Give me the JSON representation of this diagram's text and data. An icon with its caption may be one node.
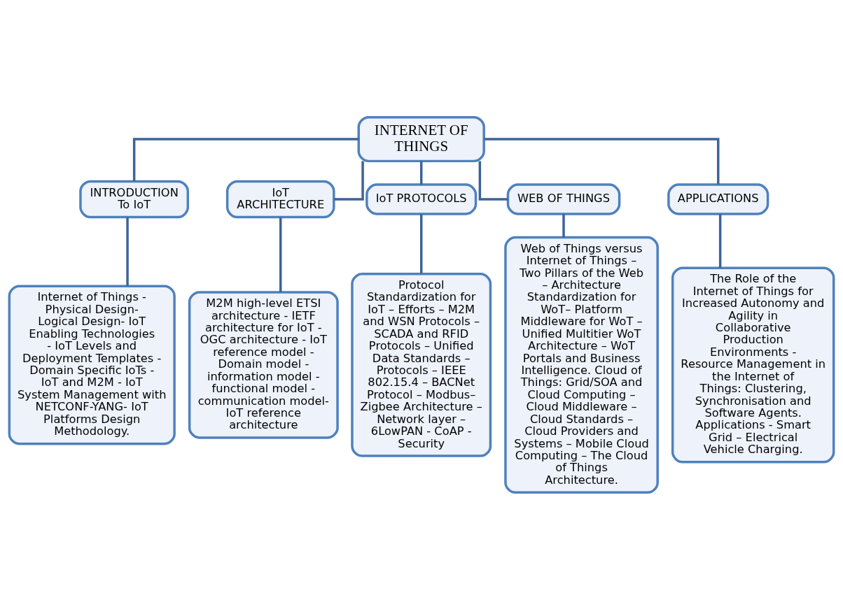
{
  "diagram": {
    "nodes": [
      {
        "text": [
          "INTERNET OF THINGS"
        ]
      },
      {
        "text": [
          "INTRODUCTION To IoT"
        ]
      },
      {
        "text": [
          "IoT ARCHITECTURE"
        ]
      },
      {
        "text": [
          "IoT PROTOCOLS"
        ]
      },
      {
        "text": [
          "WEB OF THINGS"
        ]
      },
      {
        "text": [
          "APPLICATIONS"
        ]
      },
      {
        "text": [
          "Internet of Things - Physical Design- Logical Design- IoT Enabling Technologies - IoT Levels and Deployment Templates - Domain Specific IoTs - IoT and M2M - IoT System Management with NETCONF-YANG- IoT Platforms Design Methodology."
        ]
      },
      {
        "text": [
          "M2M high-level ETSI architecture - IETF architecture for IoT - OGC architecture - IoT reference model - Domain model - information model - functional model - communication model- IoT reference architecture"
        ]
      },
      {
        "text": [
          "Protocol Standardization for IoT – Efforts – M2M and WSN Protocols – SCADA and RFID Protocols – Unified Data Standards – Protocols – IEEE 802.15.4 – BACNet Protocol – Modbus– Zigbee Architecture – Network layer – 6LowPAN - CoAP - Security"
        ]
      },
      {
        "text": [
          "Web of Things versus Internet of Things – Two Pillars of the Web – Architecture Standardization for WoT– Platform Middleware for WoT – Unified Multitier WoT Architecture – WoT Portals and Business Intelligence. Cloud of Things: Grid/SOA and Cloud Computing – Cloud Middleware – Cloud Standards – Cloud Providers and Systems – Mobile Cloud Computing – The Cloud of Things Architecture."
        ]
      },
      {
        "text": [
          "The Role of the Internet of Things for Increased Autonomy and Agility in Collaborative Production Environments - Resource Management in the Internet of Things: Clustering, Synchronisation and Software Agents. Applications - Smart Grid – Electrical Vehicle Charging."
        ]
      }
    ],
    "edges": [
      {
        "from": 0,
        "to": 1,
        "arrow": "none"
      },
      {
        "from": 0,
        "to": 2,
        "arrow": "none"
      },
      {
        "from": 0,
        "to": 3,
        "arrow": "none"
      },
      {
        "from": 0,
        "to": 4,
        "arrow": "none"
      },
      {
        "from": 0,
        "to": 5,
        "arrow": "none"
      },
      {
        "from": 1,
        "to": 6,
        "arrow": "none"
      },
      {
        "from": 2,
        "to": 7,
        "arrow": "none"
      },
      {
        "from": 3,
        "to": 8,
        "arrow": "none"
      },
      {
        "from": 4,
        "to": 9,
        "arrow": "none"
      },
      {
        "from": 5,
        "to": 10,
        "arrow": "none"
      }
    ]
  }
}
